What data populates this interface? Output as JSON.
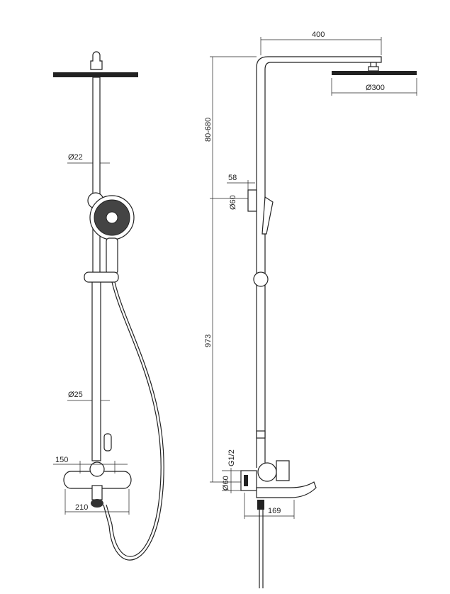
{
  "front_view": {
    "rod_diameter_top": "Ø22",
    "rod_diameter_bottom": "Ø25",
    "knob_spacing": "150",
    "mixer_width": "210"
  },
  "side_view": {
    "arm_length": "400",
    "head_diameter": "Ø300",
    "height_adjust": "80-680",
    "holder_depth": "58",
    "holder_diameter": "Ø60",
    "lower_height": "973",
    "thread": "G1/2",
    "flange_diameter": "Ø60",
    "spout_length": "169"
  }
}
